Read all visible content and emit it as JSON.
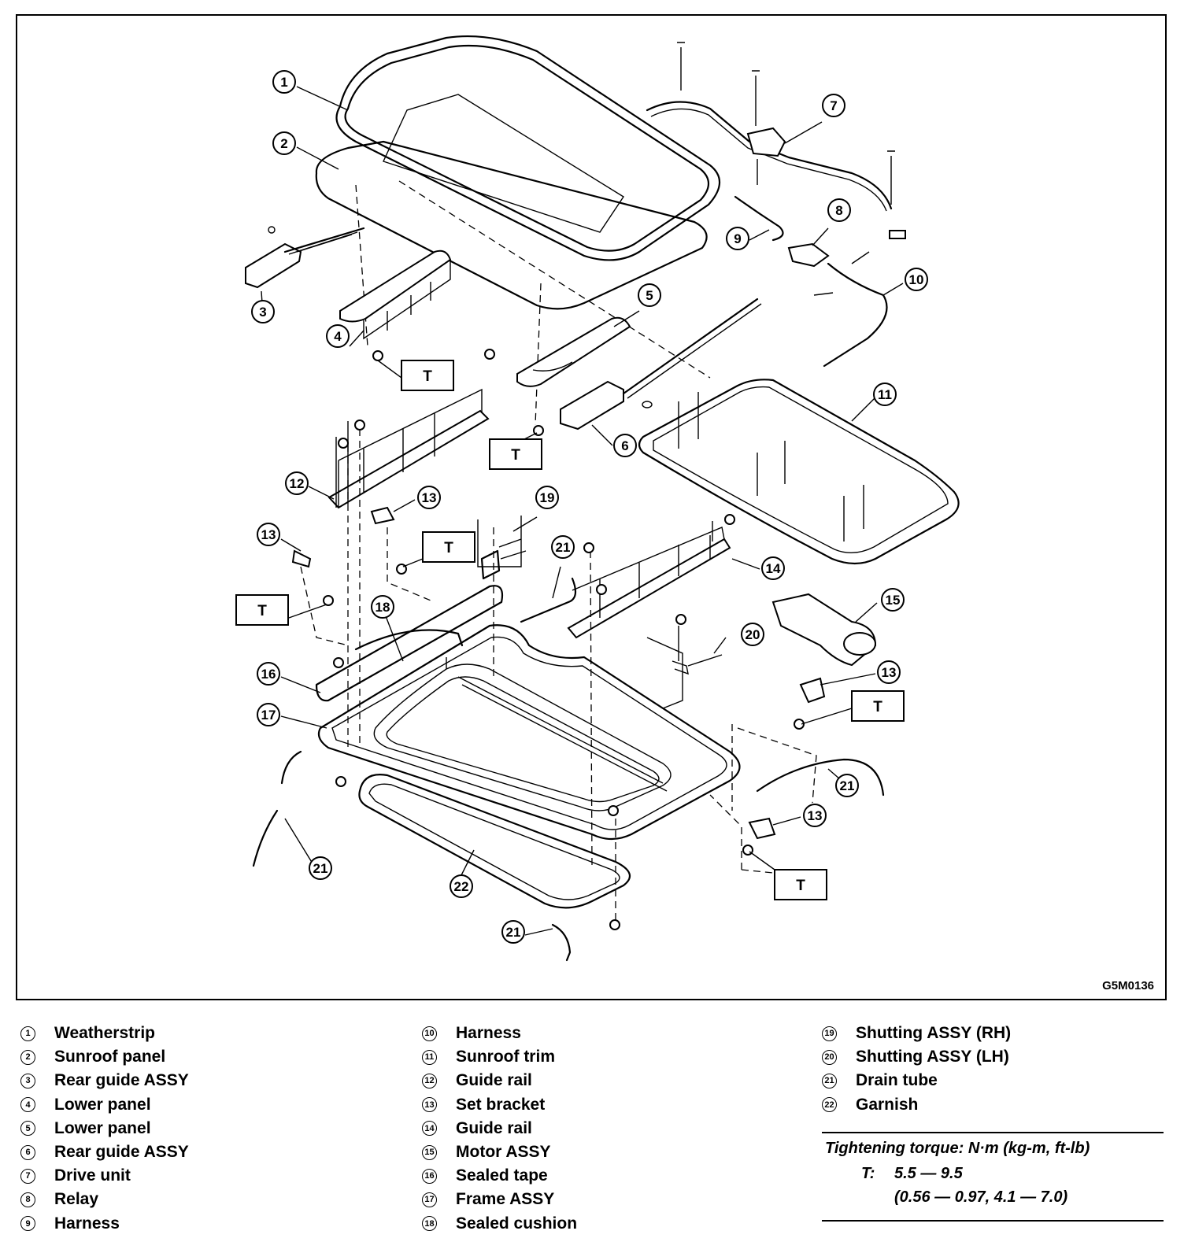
{
  "figure_id": "G5M0136",
  "torque_marker": "T",
  "legend": {
    "col1": [
      {
        "num": "1",
        "label": "Weatherstrip"
      },
      {
        "num": "2",
        "label": "Sunroof panel"
      },
      {
        "num": "3",
        "label": "Rear guide ASSY"
      },
      {
        "num": "4",
        "label": "Lower panel"
      },
      {
        "num": "5",
        "label": "Lower panel"
      },
      {
        "num": "6",
        "label": "Rear guide ASSY"
      },
      {
        "num": "7",
        "label": "Drive unit"
      },
      {
        "num": "8",
        "label": "Relay"
      },
      {
        "num": "9",
        "label": "Harness"
      }
    ],
    "col2": [
      {
        "num": "10",
        "label": "Harness"
      },
      {
        "num": "11",
        "label": "Sunroof trim"
      },
      {
        "num": "12",
        "label": "Guide rail"
      },
      {
        "num": "13",
        "label": "Set bracket"
      },
      {
        "num": "14",
        "label": "Guide rail"
      },
      {
        "num": "15",
        "label": "Motor ASSY"
      },
      {
        "num": "16",
        "label": "Sealed tape"
      },
      {
        "num": "17",
        "label": "Frame ASSY"
      },
      {
        "num": "18",
        "label": "Sealed cushion"
      }
    ],
    "col3": [
      {
        "num": "19",
        "label": "Shutting ASSY (RH)"
      },
      {
        "num": "20",
        "label": "Shutting ASSY (LH)"
      },
      {
        "num": "21",
        "label": "Drain tube"
      },
      {
        "num": "22",
        "label": "Garnish"
      }
    ]
  },
  "torque": {
    "title": "Tightening torque: N·m (kg-m, ft-lb)",
    "label": "T:",
    "value": "5.5 — 9.5",
    "alt": "(0.56 — 0.97, 4.1 — 7.0)"
  }
}
